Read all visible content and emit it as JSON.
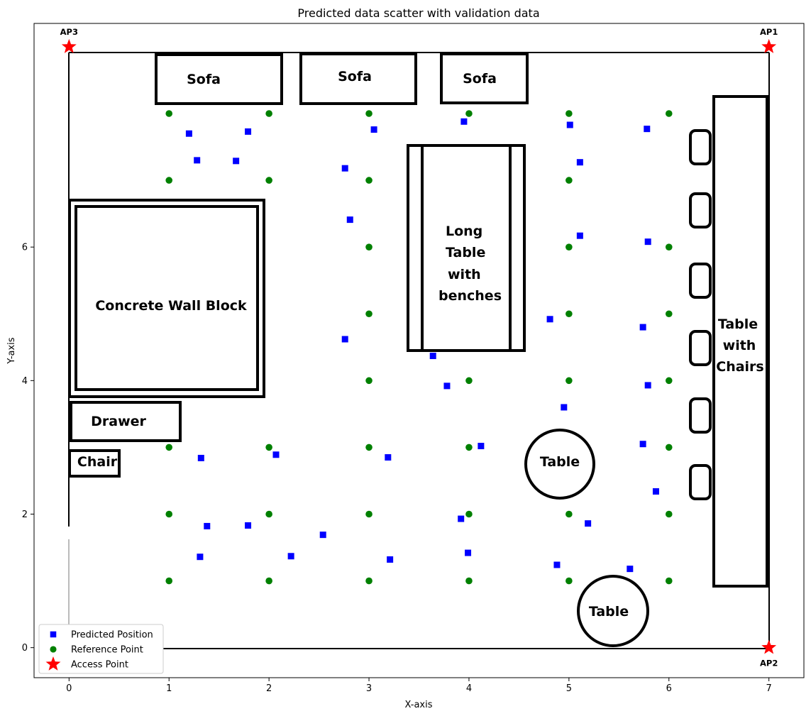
{
  "chart_data": {
    "type": "scatter",
    "title": "Predicted data scatter with validation data",
    "xlabel": "X-axis",
    "ylabel": "Y-axis",
    "xlim": [
      -0.35,
      7.35
    ],
    "ylim": [
      -0.45,
      9.35
    ],
    "xticks": [
      0,
      1,
      2,
      3,
      4,
      5,
      6,
      7
    ],
    "yticks": [
      0,
      2,
      4,
      6
    ],
    "grid": false,
    "legend_position": "lower-left",
    "series": [
      {
        "name": "Predicted Position",
        "marker": "square",
        "color": "#0000ff",
        "points": [
          [
            1.2,
            7.7
          ],
          [
            1.28,
            7.3
          ],
          [
            1.67,
            7.29
          ],
          [
            1.79,
            7.73
          ],
          [
            3.05,
            7.76
          ],
          [
            3.95,
            7.88
          ],
          [
            5.01,
            7.83
          ],
          [
            5.78,
            7.77
          ],
          [
            2.76,
            7.18
          ],
          [
            5.11,
            7.27
          ],
          [
            2.81,
            6.41
          ],
          [
            5.11,
            6.17
          ],
          [
            5.79,
            6.08
          ],
          [
            2.76,
            4.62
          ],
          [
            4.81,
            4.92
          ],
          [
            5.74,
            4.8
          ],
          [
            3.64,
            4.37
          ],
          [
            3.78,
            3.92
          ],
          [
            5.79,
            3.93
          ],
          [
            4.95,
            3.6
          ],
          [
            4.12,
            3.02
          ],
          [
            5.74,
            3.05
          ],
          [
            1.32,
            2.84
          ],
          [
            2.07,
            2.89
          ],
          [
            3.19,
            2.85
          ],
          [
            5.87,
            2.34
          ],
          [
            1.38,
            1.82
          ],
          [
            1.79,
            1.83
          ],
          [
            3.92,
            1.93
          ],
          [
            5.19,
            1.86
          ],
          [
            2.54,
            1.69
          ],
          [
            1.31,
            1.36
          ],
          [
            2.22,
            1.37
          ],
          [
            3.21,
            1.32
          ],
          [
            3.99,
            1.42
          ],
          [
            4.88,
            1.24
          ],
          [
            5.61,
            1.18
          ]
        ]
      },
      {
        "name": "Reference Point",
        "marker": "circle",
        "color": "#008000",
        "points": [
          [
            1,
            8
          ],
          [
            2,
            8
          ],
          [
            3,
            8
          ],
          [
            4,
            8
          ],
          [
            5,
            8
          ],
          [
            6,
            8
          ],
          [
            1,
            7
          ],
          [
            2,
            7
          ],
          [
            3,
            7
          ],
          [
            5,
            7
          ],
          [
            3,
            6
          ],
          [
            5,
            6
          ],
          [
            6,
            6
          ],
          [
            3,
            5
          ],
          [
            5,
            5
          ],
          [
            6,
            5
          ],
          [
            3,
            4
          ],
          [
            4,
            4
          ],
          [
            5,
            4
          ],
          [
            6,
            4
          ],
          [
            1,
            3
          ],
          [
            2,
            3
          ],
          [
            3,
            3
          ],
          [
            4,
            3
          ],
          [
            6,
            3
          ],
          [
            1,
            2
          ],
          [
            2,
            2
          ],
          [
            3,
            2
          ],
          [
            4,
            2
          ],
          [
            5,
            2
          ],
          [
            6,
            2
          ],
          [
            1,
            1
          ],
          [
            2,
            1
          ],
          [
            3,
            1
          ],
          [
            4,
            1
          ],
          [
            5,
            1
          ],
          [
            6,
            1
          ]
        ]
      },
      {
        "name": "Access Point",
        "marker": "star",
        "color": "#ff0000",
        "points": [
          [
            7,
            9
          ],
          [
            7,
            0
          ],
          [
            0,
            9
          ]
        ],
        "labels": [
          "AP1",
          "AP2",
          "AP3"
        ]
      }
    ],
    "annotations": [
      "Sofa",
      "Sofa",
      "Sofa",
      "Concrete Wall Block",
      "Drawer",
      "Chair",
      "Long Table with benches",
      "Table",
      "Table",
      "Table with Chairs"
    ],
    "room_labels": {
      "sofa": "Sofa",
      "concrete": "Concrete Wall Block",
      "drawer": "Drawer",
      "chair": "Chair",
      "long_table": [
        "Long",
        "Table",
        "with",
        "benches"
      ],
      "table": "Table",
      "table_chairs": [
        "Table",
        "with",
        "Chairs"
      ]
    }
  }
}
